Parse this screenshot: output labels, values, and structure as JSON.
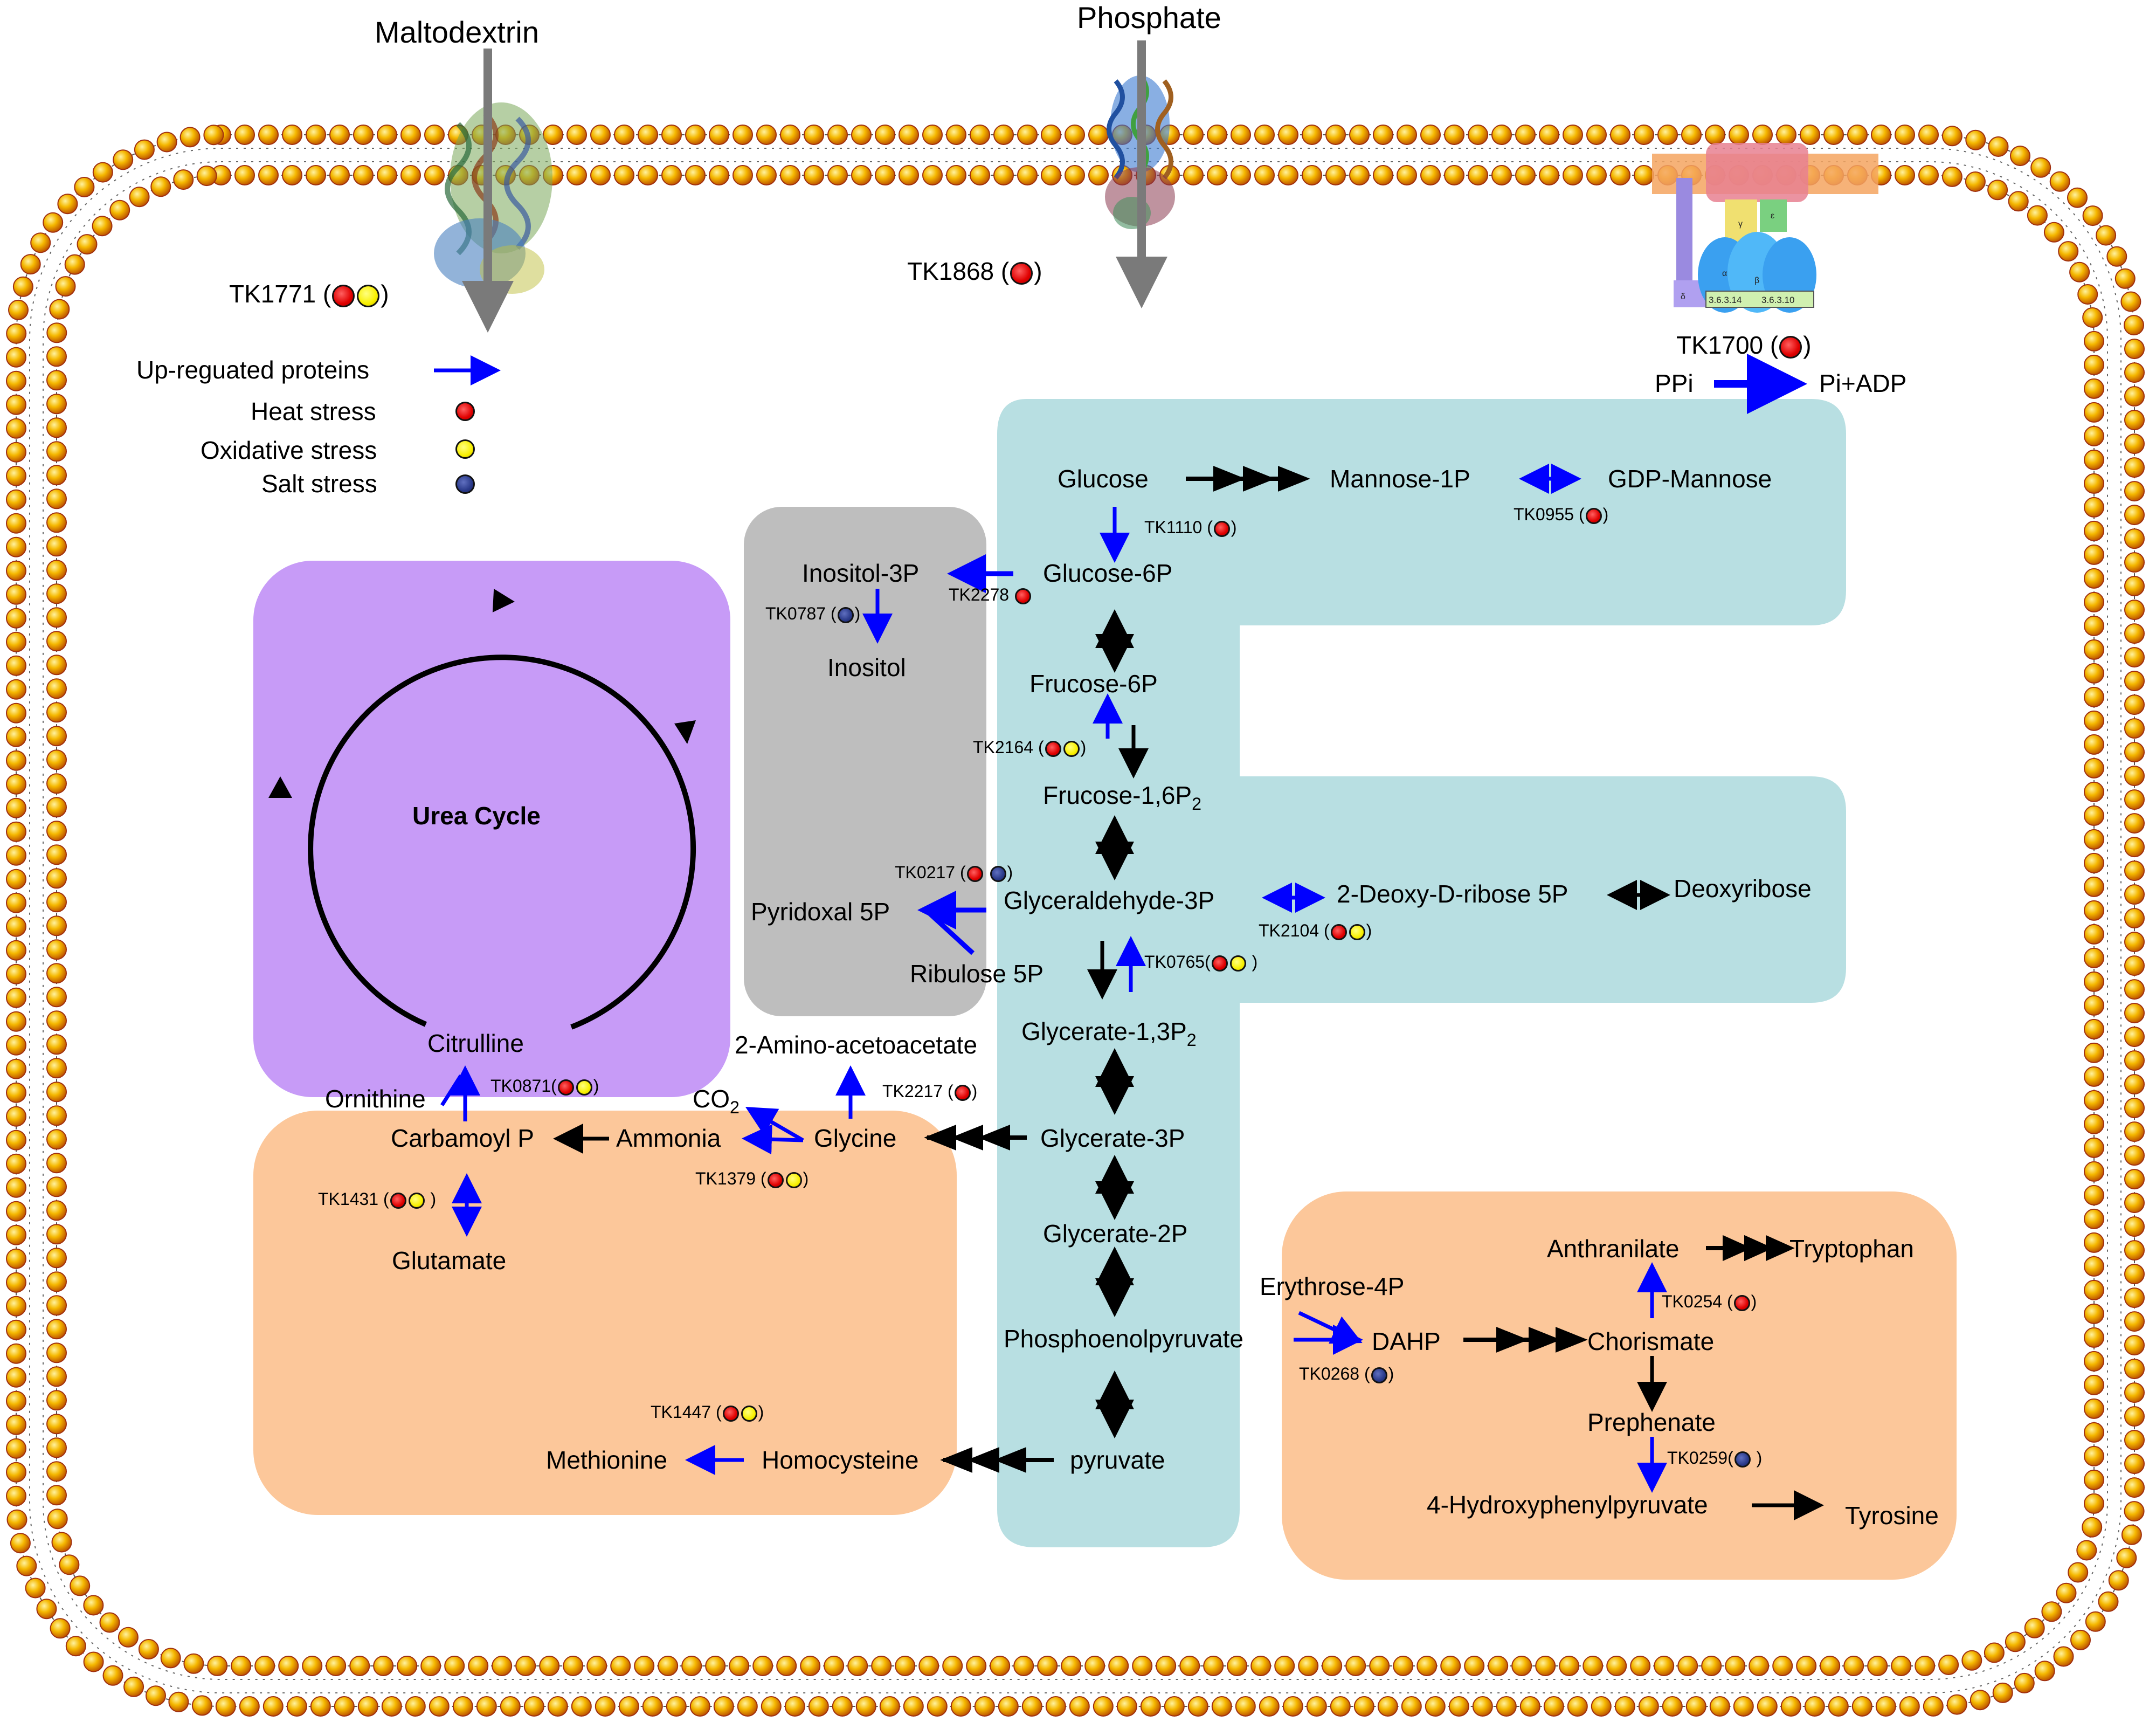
{
  "colors": {
    "up_arrow": "#0000ff",
    "black_arrow": "#000000",
    "heat": "#e00000",
    "oxidative": "#f8f000",
    "salt": "#2a3a8a",
    "glycolysis_region": "#b8dfe2",
    "urea_region": "#c79bf7",
    "inositol_region": "#bebebe",
    "amino_region": "#fcc79a",
    "membrane_head": "#f5b800",
    "membrane_border": "#a03010"
  },
  "icons": {
    "maltodextrin_transporter": "protein-ribbon-icon",
    "phosphate_transporter": "protein-ribbon-icon",
    "pyrophosphatase": "atp-synthase-icon"
  },
  "transport": {
    "maltodextrin": "Maltodextrin",
    "phosphate": "Phosphate",
    "tk1771": "TK1771",
    "tk1868": "TK1868",
    "tk1700": "TK1700",
    "ppi": "PPi",
    "pi_adp": "Pi+ADP",
    "paren_open": "(",
    "paren_close": ")"
  },
  "legend": {
    "up": "Up-reguated proteins",
    "heat": "Heat stress",
    "oxidative": "Oxidative stress",
    "salt": "Salt stress"
  },
  "urea": {
    "title": "Urea Cycle",
    "citrulline": "Citrulline",
    "ornithine": "Ornithine",
    "carbamoyl": "Carbamoyl P",
    "ammonia": "Ammonia",
    "glutamate": "Glutamate",
    "co2": "CO",
    "co2_sub": "2"
  },
  "metabolites": {
    "glucose": "Glucose",
    "mannose1p": "Mannose-1P",
    "gdp_mannose": "GDP-Mannose",
    "glucose6p": "Glucose-6P",
    "inositol3p": "Inositol-3P",
    "inositol": "Inositol",
    "fructose6p": "Frucose-6P",
    "fructose16p": "Frucose-1,6P",
    "fructose16p_sub": "2",
    "gap": "Glyceraldehyde-3P",
    "deoxyribose5p": "2-Deoxy-D-ribose 5P",
    "deoxyribose": "Deoxyribose",
    "pyridoxal5p": "Pyridoxal 5P",
    "ribulose5p": "Ribulose 5P",
    "glycerate13p": "Glycerate-1,3P",
    "glycerate13p_sub": "2",
    "amino_acetoacetate": "2-Amino-acetoacetate",
    "glycine": "Glycine",
    "glycerate3p": "Glycerate-3P",
    "glycerate2p": "Glycerate-2P",
    "pep": "Phosphoenolpyruvate",
    "pyruvate": "pyruvate",
    "homocysteine": "Homocysteine",
    "methionine": "Methionine",
    "erythrose4p": "Erythrose-4P",
    "dahp": "DAHP",
    "chorismate": "Chorismate",
    "anthranilate": "Anthranilate",
    "tryptophan": "Tryptophan",
    "prephenate": "Prephenate",
    "hpp": "4-Hydroxyphenylpyruvate",
    "tyrosine": "Tyrosine"
  },
  "proteins": {
    "tk1110": "TK1110",
    "tk0955": "TK0955",
    "tk2278": "TK2278",
    "tk0787": "TK0787",
    "tk2164": "TK2164",
    "tk0217": "TK0217",
    "tk2104": "TK2104",
    "tk0765": "TK0765",
    "tk0871": "TK0871",
    "tk2217": "TK2217",
    "tk1379": "TK1379",
    "tk1431": "TK1431",
    "tk1447": "TK1447",
    "tk0254": "TK0254",
    "tk0268": "TK0268",
    "tk0259": "TK0259"
  },
  "synthase_labels": {
    "alpha": "α",
    "beta": "β",
    "gamma": "γ",
    "delta": "δ",
    "epsilon": "ε",
    "stoich_left": "3.6.3.14",
    "stoich_right": "3.6.3.10"
  }
}
